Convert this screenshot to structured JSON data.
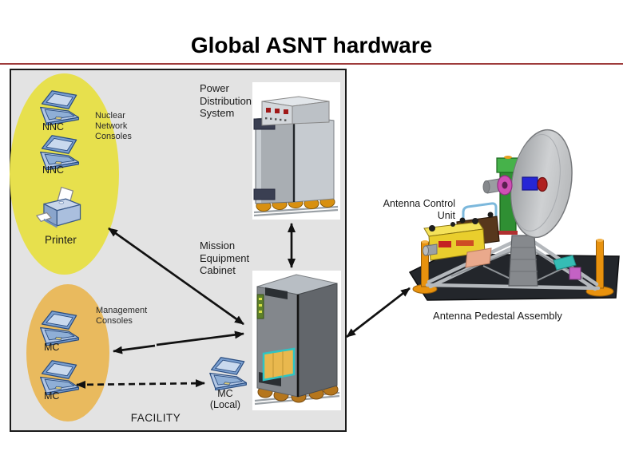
{
  "title": "Global ASNT hardware",
  "facility": {
    "label": "FACILITY",
    "nuclear_network_consoles": {
      "group_label": "Nuclear Network Consoles",
      "console1_label": "NNC",
      "console2_label": "NNC",
      "printer_label": "Printer"
    },
    "management_consoles": {
      "group_label": "Management Consoles",
      "console1_label": "MC",
      "console2_label": "MC"
    },
    "mc_local": {
      "label_line1": "MC",
      "label_line2": "(Local)"
    },
    "power_distribution_system_label": "Power Distribution System",
    "mission_equipment_cabinet_label": "Mission Equipment Cabinet"
  },
  "antenna": {
    "control_unit_label": "Antenna Control Unit",
    "pedestal_assembly_label": "Antenna Pedestal Assembly"
  },
  "colors": {
    "nuclear_group_ellipse": "#E7E04D",
    "management_group_ellipse": "#E9BA5E",
    "facility_background": "#E3E3E3",
    "title_underline": "#9E3B3B",
    "arrow": "#111111"
  }
}
